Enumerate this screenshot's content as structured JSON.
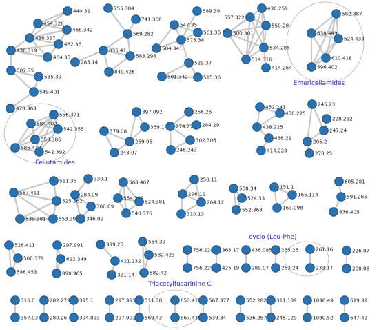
{
  "nodes": [
    {
      "id": "n1",
      "label": "440.31"
    },
    {
      "id": "n2",
      "label": "454.328"
    },
    {
      "id": "n3",
      "label": "468.342"
    },
    {
      "id": "n4",
      "label": "436.317"
    },
    {
      "id": "n5",
      "label": "482.36"
    },
    {
      "id": "n6",
      "label": "436.319"
    },
    {
      "id": "n7",
      "label": "464.35"
    },
    {
      "id": "n8",
      "label": "507.35"
    },
    {
      "id": "n9",
      "label": "535.39"
    },
    {
      "id": "n10",
      "label": "549.401"
    },
    {
      "id": "n11",
      "label": "478.363"
    },
    {
      "id": "n12",
      "label": "755.384"
    },
    {
      "id": "n13",
      "label": "741.368"
    },
    {
      "id": "n14",
      "label": "569.282"
    },
    {
      "id": "n15",
      "label": "835.41"
    },
    {
      "id": "n16",
      "label": "583.298"
    },
    {
      "id": "n17",
      "label": "285.14"
    },
    {
      "id": "n18",
      "label": "849.426"
    },
    {
      "id": "n19",
      "label": "589.39"
    },
    {
      "id": "n20",
      "label": "547.35"
    },
    {
      "id": "n21",
      "label": "561.36"
    },
    {
      "id": "n22",
      "label": "575.38"
    },
    {
      "id": "n23",
      "label": "504.341"
    },
    {
      "id": "n24",
      "label": "529.37"
    },
    {
      "id": "n25",
      "label": "501.342"
    },
    {
      "id": "n26",
      "label": "515.36"
    },
    {
      "id": "n27",
      "label": "557.322"
    },
    {
      "id": "n28",
      "label": "430.259"
    },
    {
      "id": "n29",
      "label": "500.301"
    },
    {
      "id": "n30",
      "label": "550.28"
    },
    {
      "id": "n31",
      "label": "534.285"
    },
    {
      "id": "n32",
      "label": "514.316"
    },
    {
      "id": "n33",
      "label": "414.264"
    },
    {
      "id": "n34",
      "label": "582.387"
    },
    {
      "id": "n35",
      "label": "638.449"
    },
    {
      "id": "n36",
      "label": "624.433"
    },
    {
      "id": "n37",
      "label": "610.418"
    },
    {
      "id": "n38",
      "label": "596.402"
    },
    {
      "id": "n39",
      "label": "556.371"
    },
    {
      "id": "n40",
      "label": "584.402"
    },
    {
      "id": "n41",
      "label": "542.355"
    },
    {
      "id": "n42",
      "label": "558.386"
    },
    {
      "id": "n43",
      "label": "586.418"
    },
    {
      "id": "n44",
      "label": "542.392"
    },
    {
      "id": "n45",
      "label": "397.092"
    },
    {
      "id": "n46",
      "label": "379.08"
    },
    {
      "id": "n47",
      "label": "369.1"
    },
    {
      "id": "n48",
      "label": "259.06"
    },
    {
      "id": "n49",
      "label": "243.07"
    },
    {
      "id": "n50",
      "label": "256.26"
    },
    {
      "id": "n51",
      "label": "274.274"
    },
    {
      "id": "n52",
      "label": "284.29"
    },
    {
      "id": "n53",
      "label": "302.306"
    },
    {
      "id": "n54",
      "label": "246.243"
    },
    {
      "id": "n55",
      "label": "452.241"
    },
    {
      "id": "n56",
      "label": "450.225"
    },
    {
      "id": "n57",
      "label": "438.225"
    },
    {
      "id": "n58",
      "label": "436.21"
    },
    {
      "id": "n59",
      "label": "414.228"
    },
    {
      "id": "n60",
      "label": "245.23"
    },
    {
      "id": "n61",
      "label": "228.232"
    },
    {
      "id": "n62",
      "label": "247.24"
    },
    {
      "id": "n63",
      "label": "205.2"
    },
    {
      "id": "n64",
      "label": "278.25"
    },
    {
      "id": "n65",
      "label": "511.35"
    },
    {
      "id": "n66",
      "label": "567.411"
    },
    {
      "id": "n67",
      "label": "525.362"
    },
    {
      "id": "n68",
      "label": "539.381"
    },
    {
      "id": "n69",
      "label": "553.399"
    },
    {
      "id": "n70",
      "label": "330.1"
    },
    {
      "id": "n71",
      "label": "284.09"
    },
    {
      "id": "n72",
      "label": "300.09"
    },
    {
      "id": "n73",
      "label": "346.09"
    },
    {
      "id": "n74",
      "label": "568.407"
    },
    {
      "id": "n75",
      "label": "554.392"
    },
    {
      "id": "n76",
      "label": "524.381"
    },
    {
      "id": "n77",
      "label": "540.376"
    },
    {
      "id": "n78",
      "label": "250.11"
    },
    {
      "id": "n79",
      "label": "296.11"
    },
    {
      "id": "n80",
      "label": "264.12"
    },
    {
      "id": "n81",
      "label": "310.13"
    },
    {
      "id": "n82",
      "label": "508.34"
    },
    {
      "id": "n83",
      "label": "524.33"
    },
    {
      "id": "n84",
      "label": "552.368"
    },
    {
      "id": "n85",
      "label": "151.1"
    },
    {
      "id": "n86",
      "label": "165.114"
    },
    {
      "id": "n87",
      "label": "163.098"
    },
    {
      "id": "n88",
      "label": "605.281"
    },
    {
      "id": "n89",
      "label": "591.265"
    },
    {
      "id": "n90",
      "label": "876.405"
    },
    {
      "id": "n91",
      "label": "528.411"
    },
    {
      "id": "n92",
      "label": "500.379"
    },
    {
      "id": "n93",
      "label": "586.453"
    },
    {
      "id": "n94",
      "label": "297.991"
    },
    {
      "id": "n95",
      "label": "622.349"
    },
    {
      "id": "n96",
      "label": "890.965"
    },
    {
      "id": "n97",
      "label": "399.25"
    },
    {
      "id": "n98",
      "label": "421.232"
    },
    {
      "id": "n99",
      "label": "321.14"
    },
    {
      "id": "n100",
      "label": "554.39"
    },
    {
      "id": "n101",
      "label": "582.423"
    },
    {
      "id": "n102",
      "label": "582.42"
    },
    {
      "id": "n103",
      "label": "756.228"
    },
    {
      "id": "n104",
      "label": "756.229"
    },
    {
      "id": "n105",
      "label": "363.17"
    },
    {
      "id": "n106",
      "label": "425.19"
    },
    {
      "id": "n107",
      "label": "436.085"
    },
    {
      "id": "n108",
      "label": "289.07"
    },
    {
      "id": "n109",
      "label": "265.25"
    },
    {
      "id": "n110",
      "label": "263.24"
    },
    {
      "id": "n111",
      "label": "261.16"
    },
    {
      "id": "n112",
      "label": "233.17"
    },
    {
      "id": "n113",
      "label": "226.07"
    },
    {
      "id": "n114",
      "label": "208.06"
    },
    {
      "id": "n115",
      "label": "316.0"
    },
    {
      "id": "n116",
      "label": "357.03"
    },
    {
      "id": "n117",
      "label": "282.279"
    },
    {
      "id": "n118",
      "label": "280.26"
    },
    {
      "id": "n119",
      "label": "395.1"
    },
    {
      "id": "n120",
      "label": "394.093"
    },
    {
      "id": "n121",
      "label": "297.991"
    },
    {
      "id": "n122",
      "label": "297.991"
    },
    {
      "id": "n123",
      "label": "511.38"
    },
    {
      "id": "n124",
      "label": "569.43"
    },
    {
      "id": "n125",
      "label": "853.419"
    },
    {
      "id": "n126",
      "label": "867.435"
    },
    {
      "id": "n127",
      "label": "567.377"
    },
    {
      "id": "n128",
      "label": "539.34"
    },
    {
      "id": "n129",
      "label": "552.282"
    },
    {
      "id": "n130",
      "label": "536.287"
    },
    {
      "id": "n131",
      "label": "311.139"
    },
    {
      "id": "n132",
      "label": "245.129"
    },
    {
      "id": "n133",
      "label": "1036.49"
    },
    {
      "id": "n134",
      "label": "1080.52"
    },
    {
      "id": "n135",
      "label": "619.39"
    },
    {
      "id": "n136",
      "label": "647.42"
    }
  ],
  "cluster_labels": [
    {
      "id": "c_emer",
      "text": "Emericellamides"
    },
    {
      "id": "c_fell",
      "text": "Fellutamides"
    },
    {
      "id": "c_cyclo",
      "text": "cyclo (Leu-Phe)"
    },
    {
      "id": "c_tri",
      "text": "Triacetylfusarinine C"
    }
  ]
}
